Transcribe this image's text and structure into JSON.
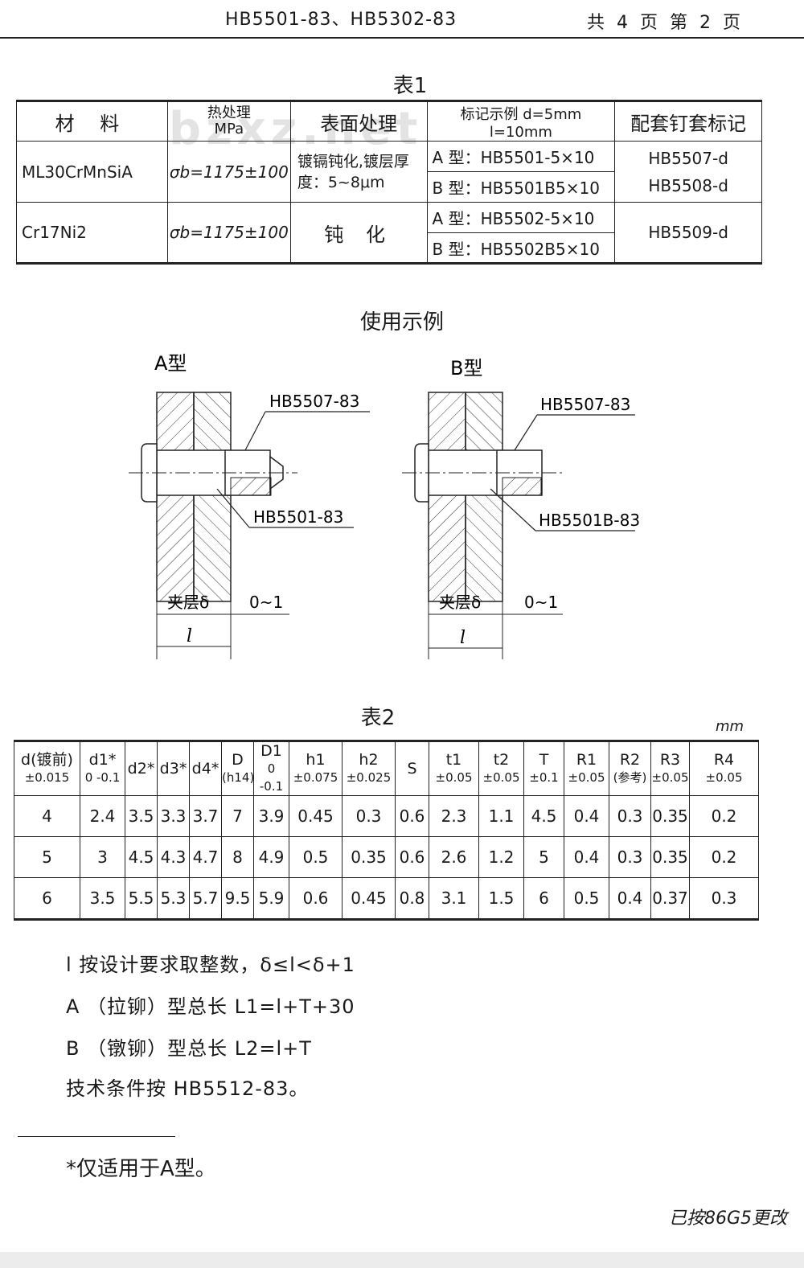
{
  "header": {
    "standard": "HB5501-83、HB5302-83",
    "page_info": "共 4 页 第 2 页"
  },
  "watermark": "bzxz.net",
  "table1": {
    "caption": "表1",
    "headers": [
      "材 料",
      "热处理\nMPa",
      "表面处理",
      "标记示例 d=5mm l=10mm",
      "配套钉套标记"
    ],
    "rows": [
      {
        "material": "ML30CrMnSiA",
        "heat": "σb=1175±100",
        "surface": "镀镉钝化,镀层厚度：5~8μm",
        "marks": [
          "A 型：HB5501-5×10",
          "B 型：HB5501B5×10"
        ],
        "kit": [
          "HB5507-d",
          "HB5508-d"
        ]
      },
      {
        "material": "Cr17Ni2",
        "heat": "σb=1175±100",
        "surface": "钝 化",
        "marks": [
          "A 型：HB5502-5×10",
          "B 型：HB5502B5×10"
        ],
        "kit": [
          "HB5509-d"
        ]
      }
    ]
  },
  "usage": {
    "title": "使用示例",
    "a_title": "A型",
    "b_title": "B型",
    "a_label_top": "HB5507-83",
    "a_label_bottom": "HB5501-83",
    "b_label_top": "HB5507-83",
    "b_label_bottom": "HB5501B-83",
    "clamp_label": "夹层δ",
    "gap_label": "0~1",
    "length_label": "l"
  },
  "table2": {
    "caption": "表2",
    "unit": "mm",
    "headers": [
      {
        "main": "d(镀前)",
        "sub": "±0.015"
      },
      {
        "main": "d1*",
        "sub": "0 -0.1"
      },
      {
        "main": "d2*",
        "sub": ""
      },
      {
        "main": "d3*",
        "sub": ""
      },
      {
        "main": "d4*",
        "sub": ""
      },
      {
        "main": "D",
        "sub": "(h14)"
      },
      {
        "main": "D1",
        "sub": "0 -0.1"
      },
      {
        "main": "h1",
        "sub": "±0.075"
      },
      {
        "main": "h2",
        "sub": "±0.025"
      },
      {
        "main": "S",
        "sub": ""
      },
      {
        "main": "t1",
        "sub": "±0.05"
      },
      {
        "main": "t2",
        "sub": "±0.05"
      },
      {
        "main": "T",
        "sub": "±0.1"
      },
      {
        "main": "R1",
        "sub": "±0.05"
      },
      {
        "main": "R2",
        "sub": "(参考)"
      },
      {
        "main": "R3",
        "sub": "±0.05"
      },
      {
        "main": "R4",
        "sub": "±0.05"
      }
    ],
    "rows": [
      [
        "4",
        "2.4",
        "3.5",
        "3.3",
        "3.7",
        "7",
        "3.9",
        "0.45",
        "0.3",
        "0.6",
        "2.3",
        "1.1",
        "4.5",
        "0.4",
        "0.3",
        "0.35",
        "0.2"
      ],
      [
        "5",
        "3",
        "4.5",
        "4.3",
        "4.7",
        "8",
        "4.9",
        "0.5",
        "0.35",
        "0.6",
        "2.6",
        "1.2",
        "5",
        "0.4",
        "0.3",
        "0.35",
        "0.2"
      ],
      [
        "6",
        "3.5",
        "5.5",
        "5.3",
        "5.7",
        "9.5",
        "5.9",
        "0.6",
        "0.45",
        "0.8",
        "3.1",
        "1.5",
        "6",
        "0.5",
        "0.4",
        "0.37",
        "0.3"
      ]
    ]
  },
  "notes": [
    "l 按设计要求取整数，δ≤l<δ+1",
    "A （拉铆）型总长 L1=l+T+30",
    "B （镦铆）型总长 L2=l+T",
    "技术条件按 HB5512-83。"
  ],
  "footnote": "*仅适用于A型。",
  "signature": "已按86G5更改"
}
